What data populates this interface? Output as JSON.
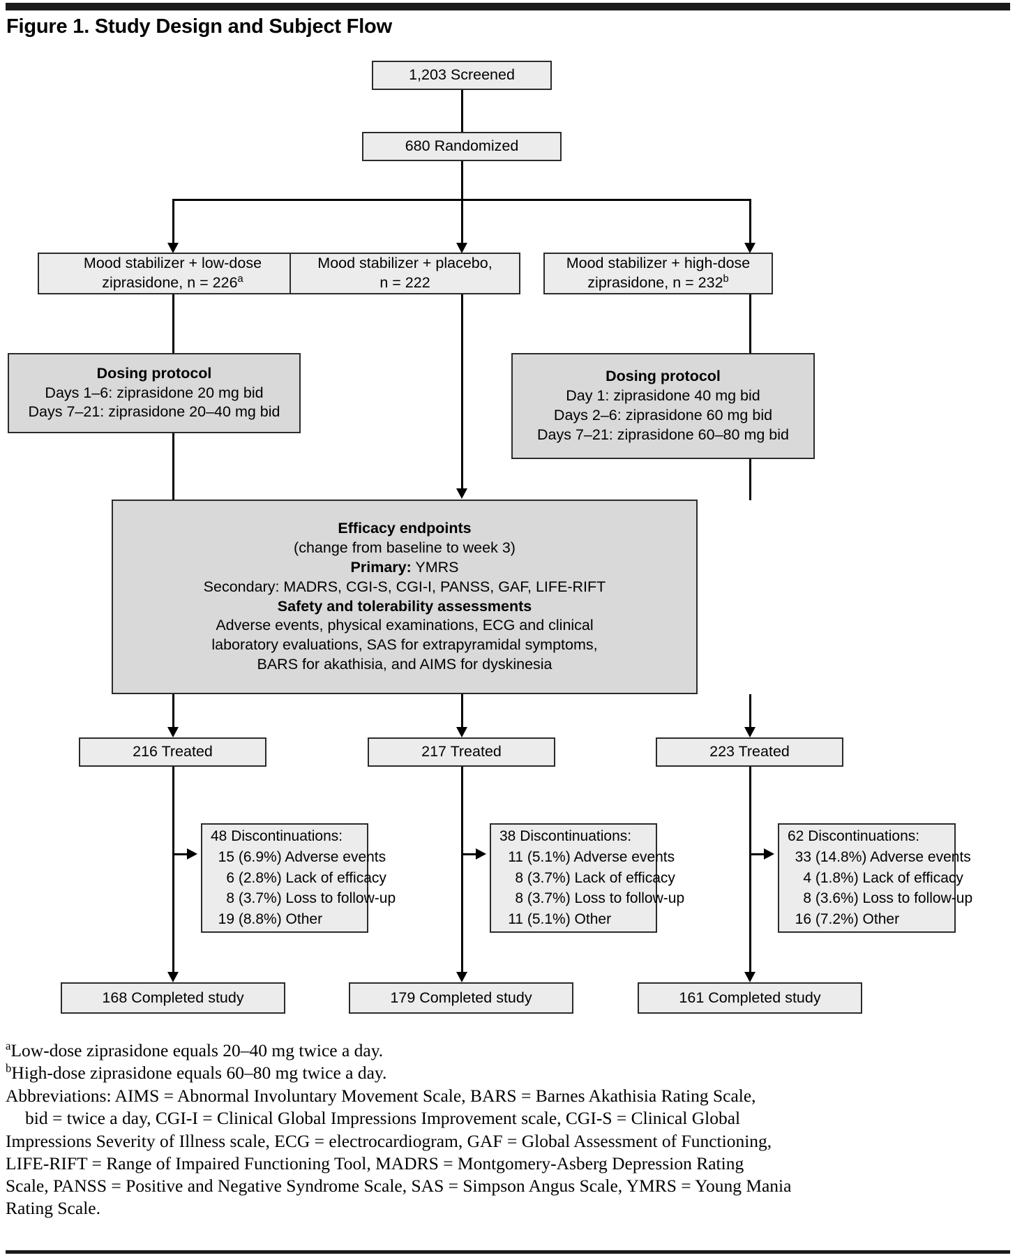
{
  "figure": {
    "title": "Figure 1. Study Design and Subject Flow"
  },
  "flow": {
    "screened": "1,203 Screened",
    "randomized": "680 Randomized",
    "arms": [
      {
        "line1": "Mood stabilizer + low-dose",
        "line2_pre": "ziprasidone, n = 226",
        "line2_sup": "a"
      },
      {
        "line1": "Mood stabilizer + placebo,",
        "line2_pre": "n = 222",
        "line2_sup": ""
      },
      {
        "line1": "Mood stabilizer + high-dose",
        "line2_pre": "ziprasidone, n = 232",
        "line2_sup": "b"
      }
    ],
    "dosing_low": {
      "heading": "Dosing protocol",
      "lines": [
        "Days 1–6: ziprasidone 20 mg bid",
        "Days 7–21: ziprasidone 20–40 mg bid"
      ]
    },
    "dosing_high": {
      "heading": "Dosing protocol",
      "lines": [
        "Day 1: ziprasidone 40 mg bid",
        "Days 2–6: ziprasidone 60 mg bid",
        "Days 7–21: ziprasidone 60–80 mg bid"
      ]
    },
    "endpoints": {
      "heading1": "Efficacy endpoints",
      "sub1": "(change from baseline to week 3)",
      "primary_label": "Primary:",
      "primary_value": " YMRS",
      "secondary": "Secondary: MADRS, CGI-S, CGI-I, PANSS, GAF, LIFE-RIFT",
      "heading2": "Safety and tolerability assessments",
      "safety_lines": [
        "Adverse events, physical examinations, ECG and clinical",
        "laboratory evaluations, SAS for extrapyramidal symptoms,",
        "BARS for akathisia, and AIMS for dyskinesia"
      ]
    },
    "treated": [
      "216 Treated",
      "217 Treated",
      "223 Treated"
    ],
    "discontinuations": [
      {
        "header": "48 Discontinuations:",
        "rows": [
          {
            "n": "15",
            "pct": "(6.9%)",
            "reason": "Adverse events"
          },
          {
            "n": "6",
            "pct": "(2.8%)",
            "reason": "Lack of efficacy"
          },
          {
            "n": "8",
            "pct": "(3.7%)",
            "reason": "Loss to follow-up"
          },
          {
            "n": "19",
            "pct": "(8.8%)",
            "reason": "Other"
          }
        ]
      },
      {
        "header": "38 Discontinuations:",
        "rows": [
          {
            "n": "11",
            "pct": "(5.1%)",
            "reason": "Adverse events"
          },
          {
            "n": "8",
            "pct": "(3.7%)",
            "reason": "Lack of efficacy"
          },
          {
            "n": "8",
            "pct": "(3.7%)",
            "reason": "Loss to follow-up"
          },
          {
            "n": "11",
            "pct": "(5.1%)",
            "reason": "Other"
          }
        ]
      },
      {
        "header": "62 Discontinuations:",
        "rows": [
          {
            "n": "33",
            "pct": "(14.8%)",
            "reason": "Adverse events"
          },
          {
            "n": "4",
            "pct": "(1.8%)",
            "reason": "Lack of efficacy"
          },
          {
            "n": "8",
            "pct": "(3.6%)",
            "reason": "Loss to follow-up"
          },
          {
            "n": "16",
            "pct": "(7.2%)",
            "reason": "Other"
          }
        ]
      }
    ],
    "completed": [
      "168 Completed study",
      "179 Completed study",
      "161 Completed study"
    ]
  },
  "footnotes": {
    "a_sup": "a",
    "a_text": "Low-dose ziprasidone equals 20–40 mg twice a day.",
    "b_sup": "b",
    "b_text": "High-dose ziprasidone equals 60–80 mg twice a day.",
    "abbrev_lines": [
      "Abbreviations: AIMS = Abnormal Involuntary Movement Scale, BARS = Barnes Akathisia Rating Scale,",
      "bid = twice a day, CGI-I = Clinical Global Impressions Improvement scale, CGI-S = Clinical Global",
      "Impressions Severity of Illness scale, ECG = electrocardiogram, GAF = Global Assessment of Functioning,",
      "LIFE-RIFT = Range of Impaired Functioning Tool, MADRS = Montgomery-Asberg Depression Rating",
      "Scale, PANSS = Positive and Negative Syndrome Scale, SAS = Simpson Angus Scale, YMRS = Young Mania",
      "Rating Scale."
    ]
  },
  "colors": {
    "box_fill_light": "#ececec",
    "box_fill_shaded": "#d9d9d9",
    "border": "#2b2b2b",
    "rule": "#1a1a1a"
  }
}
